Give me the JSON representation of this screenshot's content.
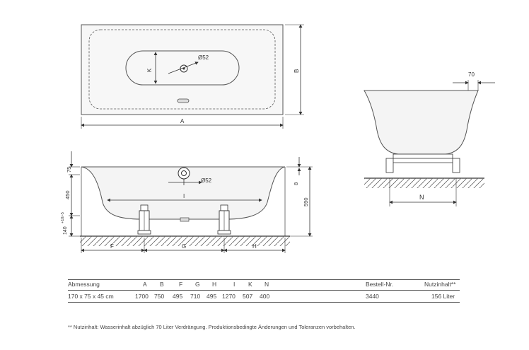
{
  "drawing": {
    "top_view": {
      "diam": "Ø52",
      "label_K": "K",
      "label_A": "A",
      "label_B": "B"
    },
    "front_view": {
      "dim_75": "75",
      "dim_450": "450",
      "dim_140": "140",
      "dim_tol": "+10/-5",
      "dim_8": "8",
      "dim_590": "590",
      "diam": "Ø52",
      "label_I": "I",
      "label_F": "F",
      "label_G": "G",
      "label_H": "H"
    },
    "side_view": {
      "dim_70": "70",
      "label_N": "N"
    }
  },
  "table": {
    "headers": [
      "Abmessung",
      "A",
      "B",
      "F",
      "G",
      "H",
      "I",
      "K",
      "N",
      "Bestell-Nr.",
      "Nutzinhalt**"
    ],
    "rows": [
      [
        "170 x 75 x 45 cm",
        "1700",
        "750",
        "495",
        "710",
        "495",
        "1270",
        "507",
        "400",
        "3440",
        "156 Liter"
      ]
    ]
  },
  "footnote": "** Nutzinhalt: Wasserinhalt abzüglich 70 Liter Verdrängung. Produktionsbedingte Änderungen und Toleranzen vorbehalten."
}
